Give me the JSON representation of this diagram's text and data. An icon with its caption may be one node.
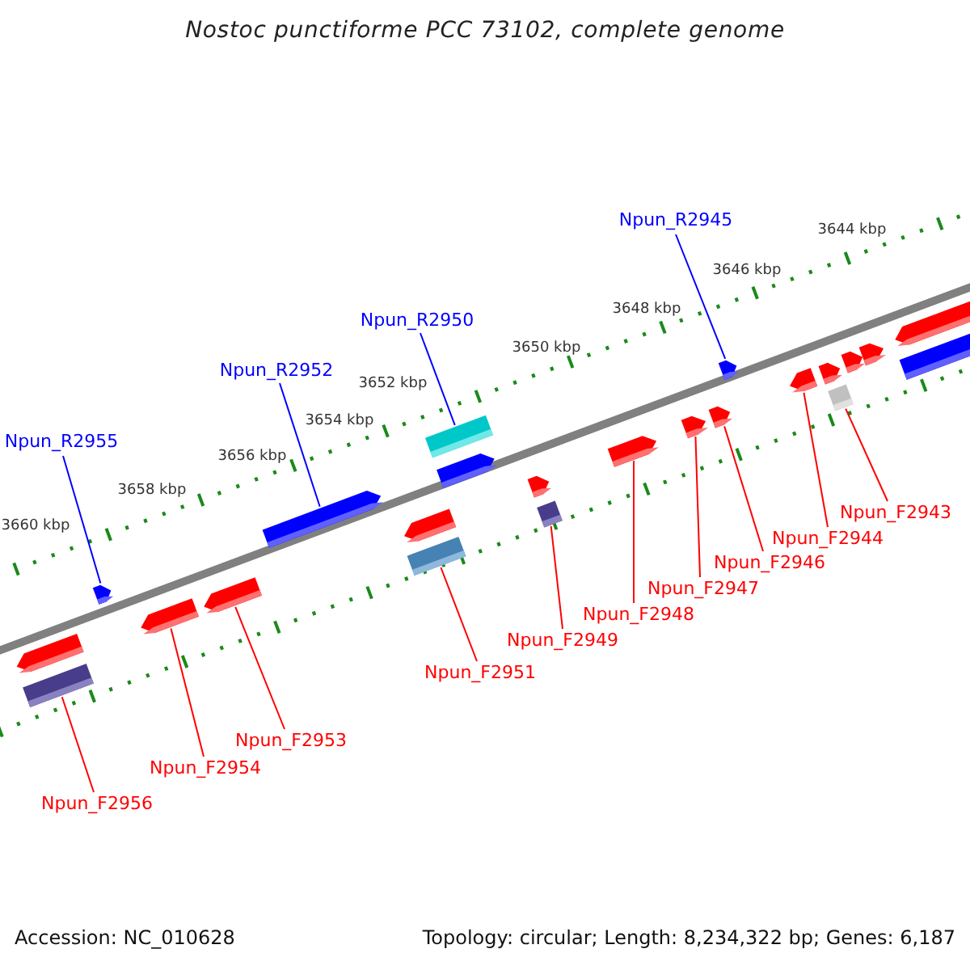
{
  "diagram": {
    "title": "Nostoc punctiforme PCC 73102, complete genome",
    "nodes": [
      {
        "text": [
          "Npun_R2945"
        ]
      },
      {
        "text": [
          "Npun_R2950"
        ]
      },
      {
        "text": [
          "Npun_R2952"
        ]
      },
      {
        "text": [
          "Npun_R2955"
        ]
      },
      {
        "text": [
          "Npun_F2943"
        ]
      },
      {
        "text": [
          "Npun_F2944"
        ]
      },
      {
        "text": [
          "Npun_F2946"
        ]
      },
      {
        "text": [
          "Npun_F2947"
        ]
      },
      {
        "text": [
          "Npun_F2948"
        ]
      },
      {
        "text": [
          "Npun_F2949"
        ]
      },
      {
        "text": [
          "Npun_F2951"
        ]
      },
      {
        "text": [
          "Npun_F2953"
        ]
      },
      {
        "text": [
          "Npun_F2954"
        ]
      },
      {
        "text": [
          "Npun_F2956"
        ]
      },
      {
        "text": [],
        "shape": "pentagon"
      },
      {
        "text": [],
        "shape": "box"
      },
      {
        "text": [],
        "shape": "pentagon"
      },
      {
        "text": [],
        "shape": "pentagon"
      },
      {
        "text": [],
        "shape": "pentagon"
      },
      {
        "text": [],
        "shape": "pentagon"
      },
      {
        "text": [],
        "shape": "pentagon"
      },
      {
        "text": [],
        "shape": "box"
      },
      {
        "text": [],
        "shape": "box"
      },
      {
        "text": [],
        "shape": "pentagon"
      },
      {
        "text": [],
        "shape": "pentagon"
      },
      {
        "text": [],
        "shape": "box"
      },
      {
        "text": [],
        "shape": "pentagon"
      },
      {
        "text": [],
        "shape": "pentagon"
      },
      {
        "text": [],
        "shape": "pentagon"
      },
      {
        "text": [],
        "shape": "pentagon"
      },
      {
        "text": [],
        "shape": "pentagon"
      },
      {
        "text": [],
        "shape": "pentagon"
      },
      {
        "text": [],
        "shape": "box"
      },
      {
        "text": [],
        "shape": "pentagon"
      },
      {
        "text": [],
        "shape": "pentagon"
      },
      {
        "text": [],
        "shape": "pentagon"
      },
      {
        "text": [],
        "shape": "box"
      }
    ],
    "edges": [
      {
        "from": 0,
        "to": 29,
        "arrow": "none",
        "color": "#0000ff"
      },
      {
        "from": 1,
        "to": 22,
        "arrow": "none",
        "color": "#0000ff"
      },
      {
        "from": 2,
        "to": 19,
        "arrow": "none",
        "color": "#0000ff"
      },
      {
        "from": 3,
        "to": 16,
        "arrow": "none",
        "color": "#0000ff"
      },
      {
        "from": 4,
        "to": 32,
        "arrow": "none"
      },
      {
        "from": 5,
        "to": 30,
        "arrow": "none"
      },
      {
        "from": 6,
        "to": 28,
        "arrow": "none"
      },
      {
        "from": 7,
        "to": 27,
        "arrow": "none"
      },
      {
        "from": 8,
        "to": 26,
        "arrow": "none"
      },
      {
        "from": 9,
        "to": 25,
        "arrow": "none"
      },
      {
        "from": 10,
        "to": 21,
        "arrow": "none"
      },
      {
        "from": 11,
        "to": 18,
        "arrow": "none"
      },
      {
        "from": 12,
        "to": 17,
        "arrow": "none"
      },
      {
        "from": 13,
        "to": 15,
        "arrow": "none"
      }
    ],
    "labels": [
      "3644 kbp",
      "3646 kbp",
      "3648 kbp",
      "3650 kbp",
      "3652 kbp",
      "3654 kbp",
      "3656 kbp",
      "3658 kbp",
      "3660 kbp",
      "Accession: NC_010628",
      "Topology: circular; Length: 8,234,322 bp; Genes: 6,187"
    ]
  }
}
